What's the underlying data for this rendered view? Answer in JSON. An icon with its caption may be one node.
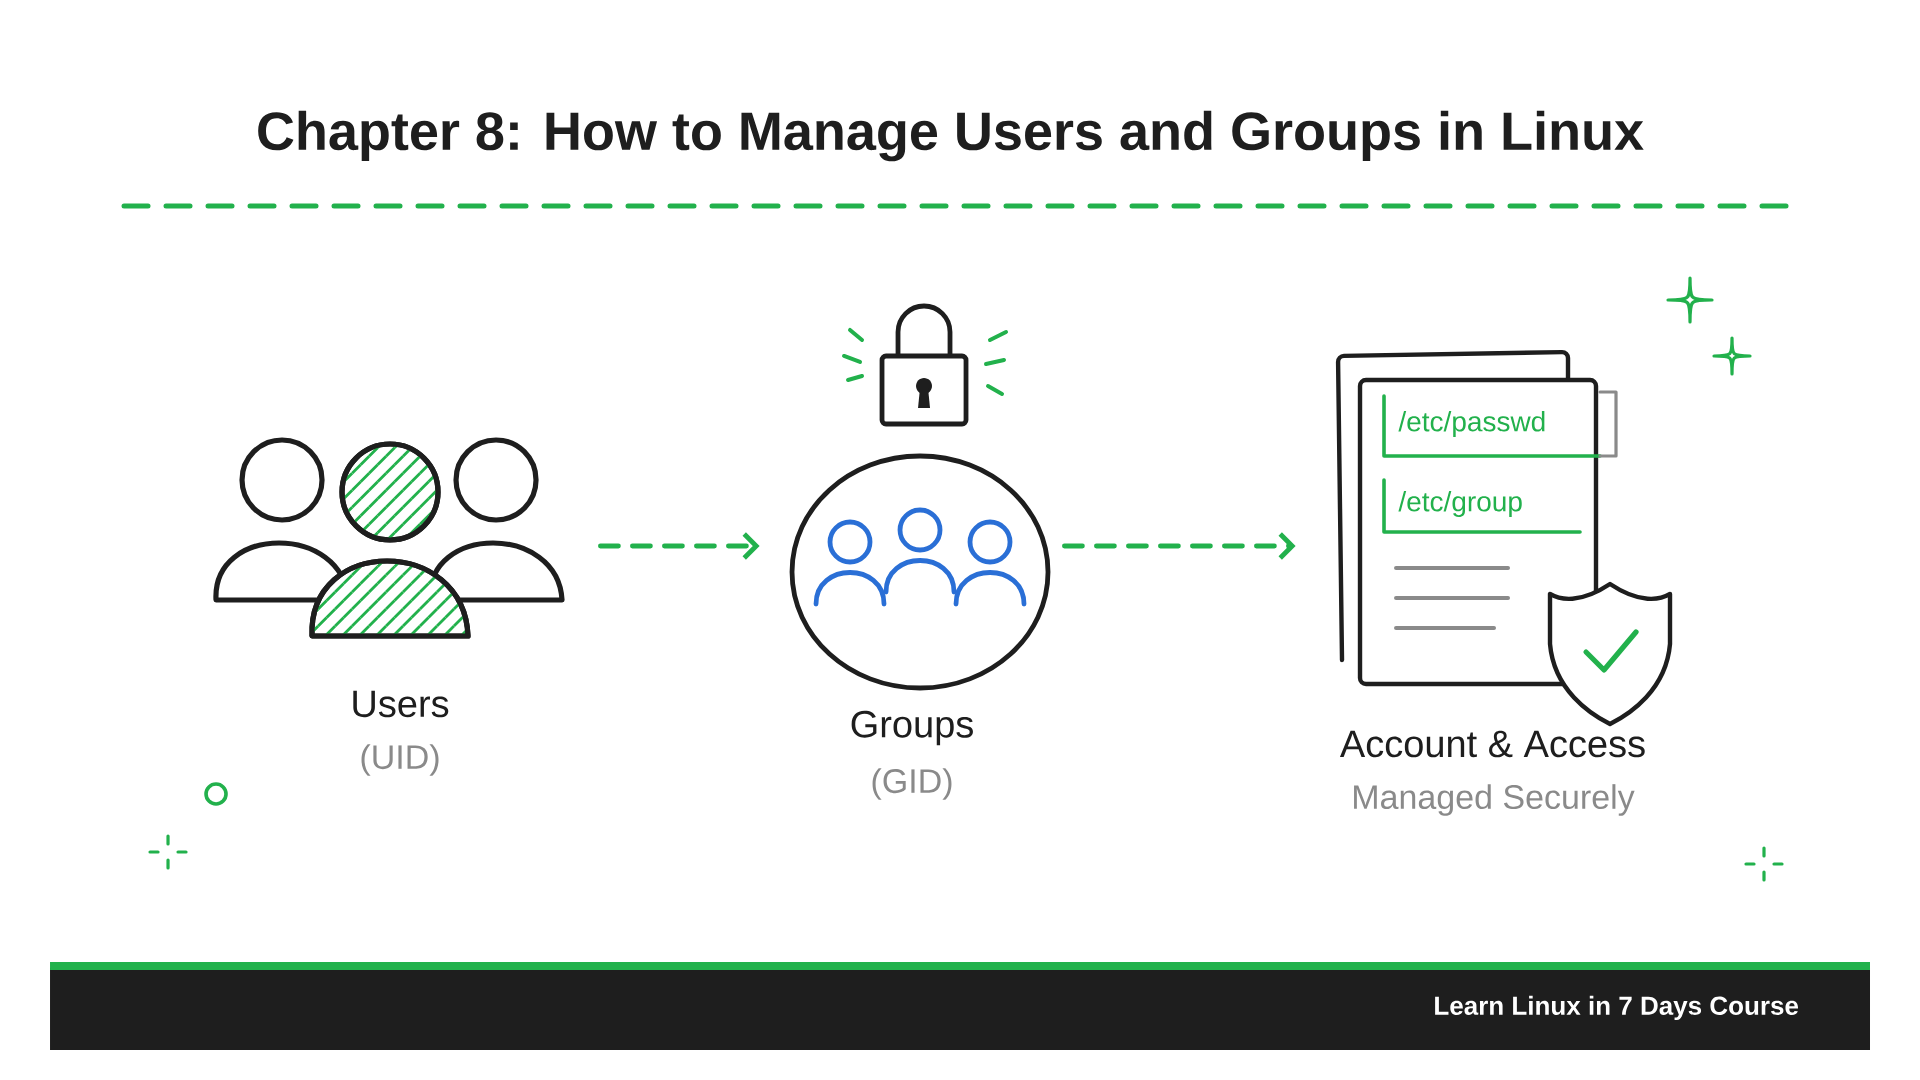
{
  "diagram": {
    "title": "Chapter 8: How to Manage Users and Groups in Linux",
    "nodes": [
      {
        "text": [
          "Users",
          "(UID)"
        ]
      },
      {
        "text": [
          "Groups",
          "(GID)"
        ]
      },
      {
        "text": [
          "Account & Access",
          "Managed Securely"
        ]
      }
    ],
    "edges": [
      {
        "from": 0,
        "to": 1,
        "arrow": "to",
        "style": "dashed"
      },
      {
        "from": 1,
        "to": 2,
        "arrow": "to",
        "style": "dashed"
      }
    ],
    "labels": [
      "/etc/passwd",
      "/etc/group",
      "Learn Linux in 7 Days Course"
    ]
  }
}
